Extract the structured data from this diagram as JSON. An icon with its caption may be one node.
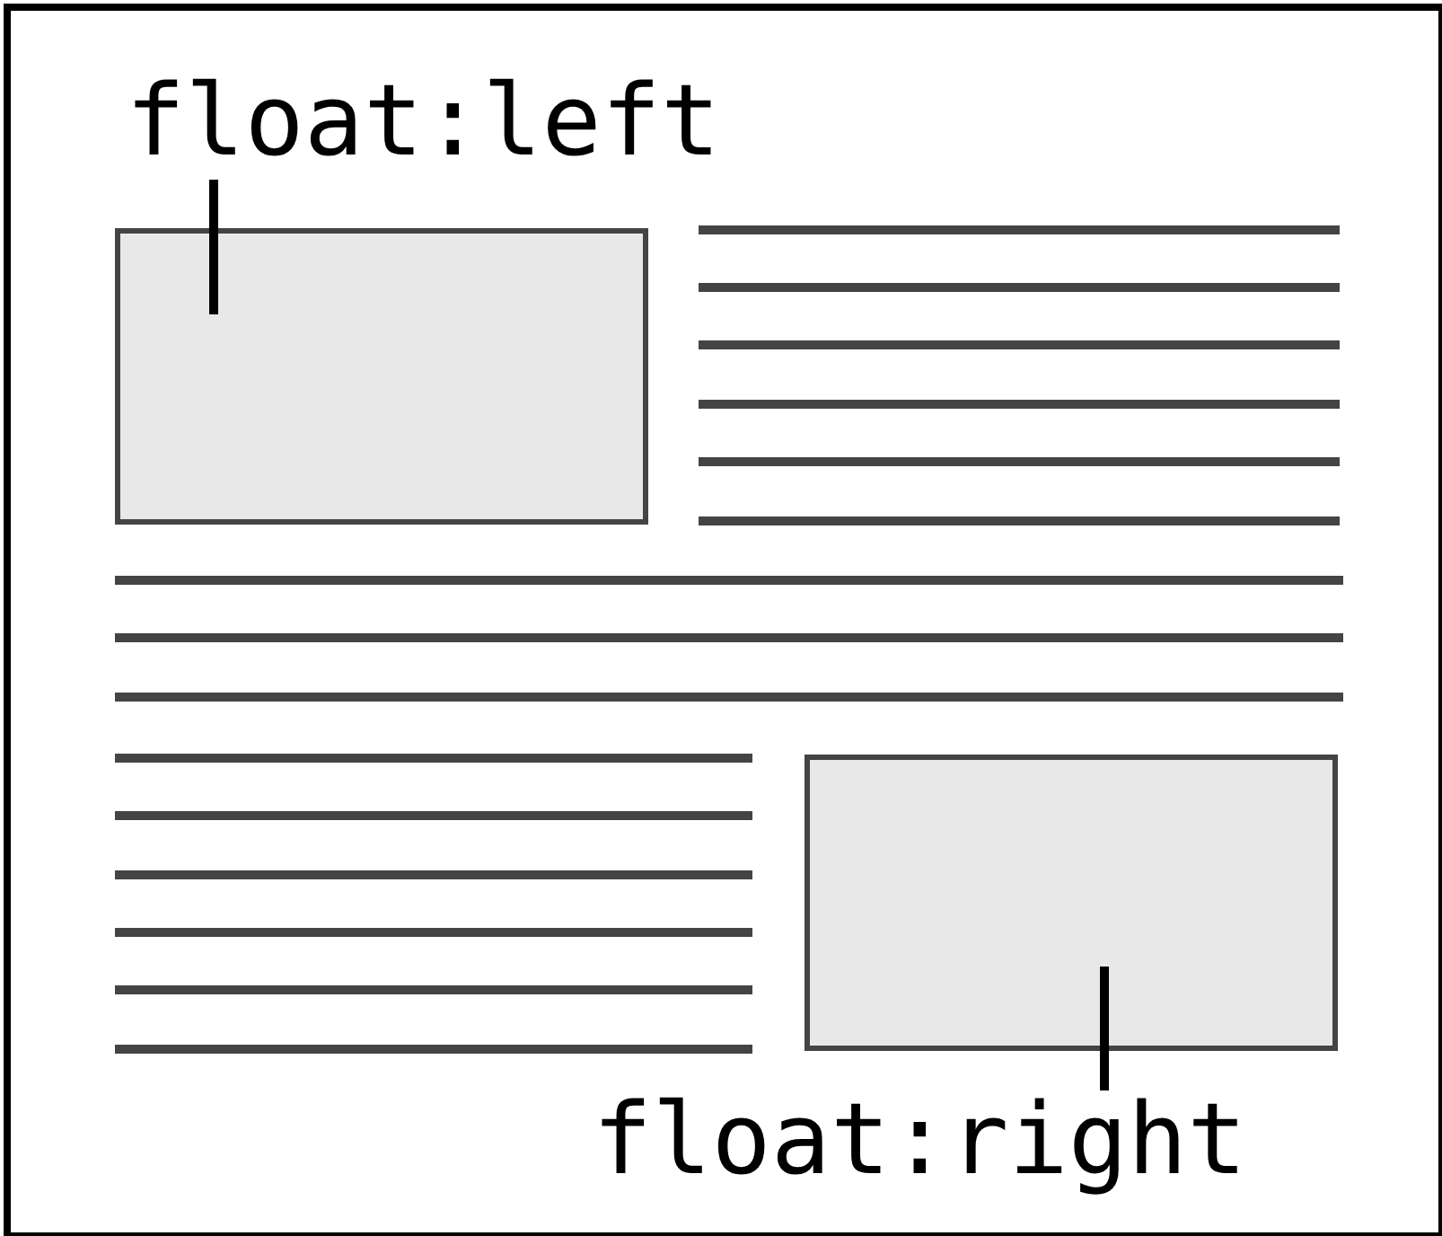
{
  "diagram": {
    "nodes": [
      {
        "text": [
          "float:left"
        ]
      },
      {
        "text": [],
        "shape": "box"
      },
      {
        "text": [],
        "shape": "box"
      },
      {
        "text": [
          "float:right"
        ]
      }
    ],
    "edges": [
      {
        "from": 0,
        "to": 1,
        "arrow": "none"
      },
      {
        "from": 3,
        "to": 2,
        "arrow": "none"
      }
    ]
  }
}
